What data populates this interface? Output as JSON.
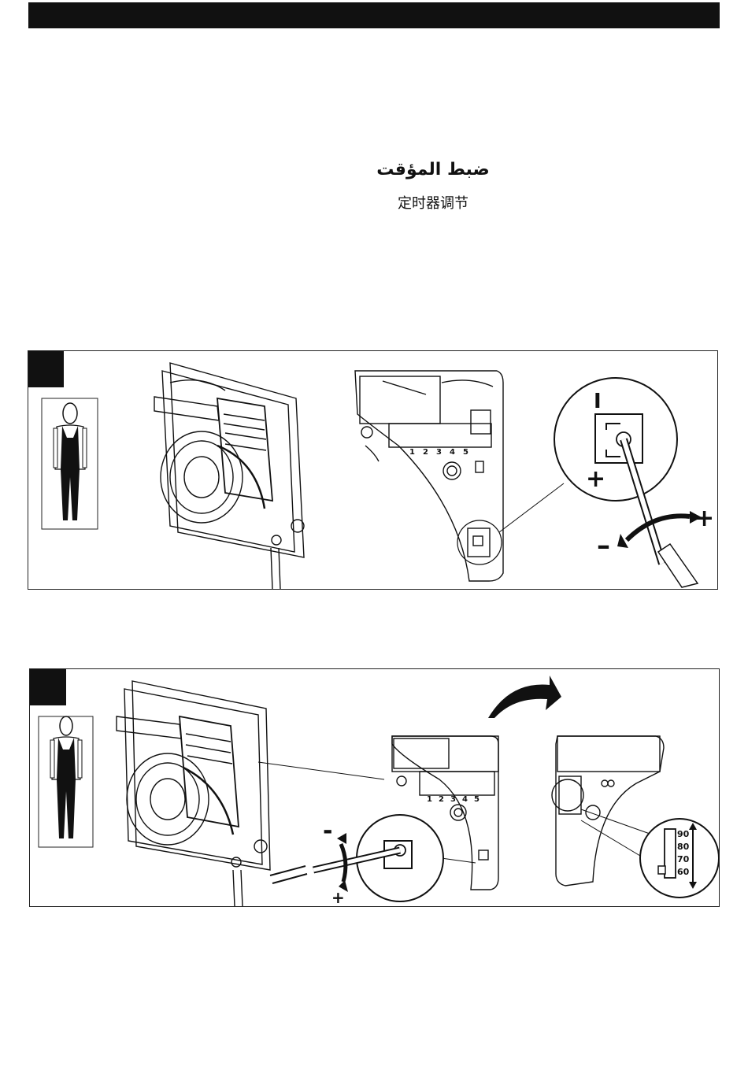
{
  "header": {
    "title_arabic": "ضبط المؤقت",
    "title_chinese": "定时器调节"
  },
  "panel1": {
    "terminal_numbers": [
      "1",
      "2",
      "3",
      "4",
      "5"
    ],
    "marker_I": "I",
    "plus_symbol": "+",
    "minus_symbol": "–"
  },
  "panel2": {
    "minus_symbol": "-",
    "plus_symbol": "+",
    "terminal_numbers": [
      "1",
      "2",
      "3",
      "4",
      "5"
    ],
    "scale_values": [
      "90",
      "80",
      "70",
      "60"
    ]
  }
}
